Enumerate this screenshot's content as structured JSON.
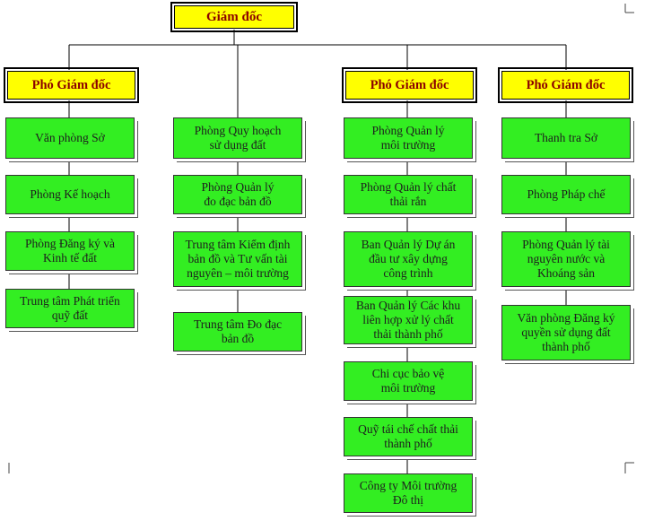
{
  "colors": {
    "leader_box": "#ffff00",
    "leader_text": "#8b0000",
    "unit_box": "#33ee22",
    "line": "#000000"
  },
  "director": {
    "label": "Giám đốc"
  },
  "deputies": [
    {
      "label": "Phó Giám đốc"
    },
    {
      "label": "Phó Giám đốc"
    },
    {
      "label": "Phó Giám đốc"
    }
  ],
  "columns": [
    {
      "units": [
        "Văn phòng Sở",
        "Phòng Kế hoạch",
        "Phòng Đăng ký và\nKinh tế đất",
        "Trung tâm Phát triển\nquỹ đất"
      ]
    },
    {
      "units": [
        "Phòng Quy hoạch\nsử dụng đất",
        "Phòng Quản lý\nđo đạc bản đồ",
        "Trung tâm Kiểm định\nbản đồ và Tư vấn tài\nnguyên – môi trường",
        "Trung tâm Đo đạc\nbản đồ"
      ]
    },
    {
      "units": [
        "Phòng Quản lý\nmôi trường",
        "Phòng Quản lý chất\nthải rắn",
        "Ban Quản lý Dự án\nđầu tư xây dựng\ncông trình",
        "Ban Quản lý Các khu\nliên hợp xử lý chất\nthải thành phố",
        "Chi cục bảo vệ\nmôi trường",
        "Quỹ tái chế chất thải\nthành phố",
        "Công ty Môi trường\nĐô thị"
      ]
    },
    {
      "units": [
        "Thanh tra Sở",
        "Phòng Pháp chế",
        "Phòng Quản lý tài\nnguyên nước và\nKhoáng sản",
        "Văn phòng Đăng ký\nquyền sử dụng đất\nthành phố"
      ]
    }
  ]
}
